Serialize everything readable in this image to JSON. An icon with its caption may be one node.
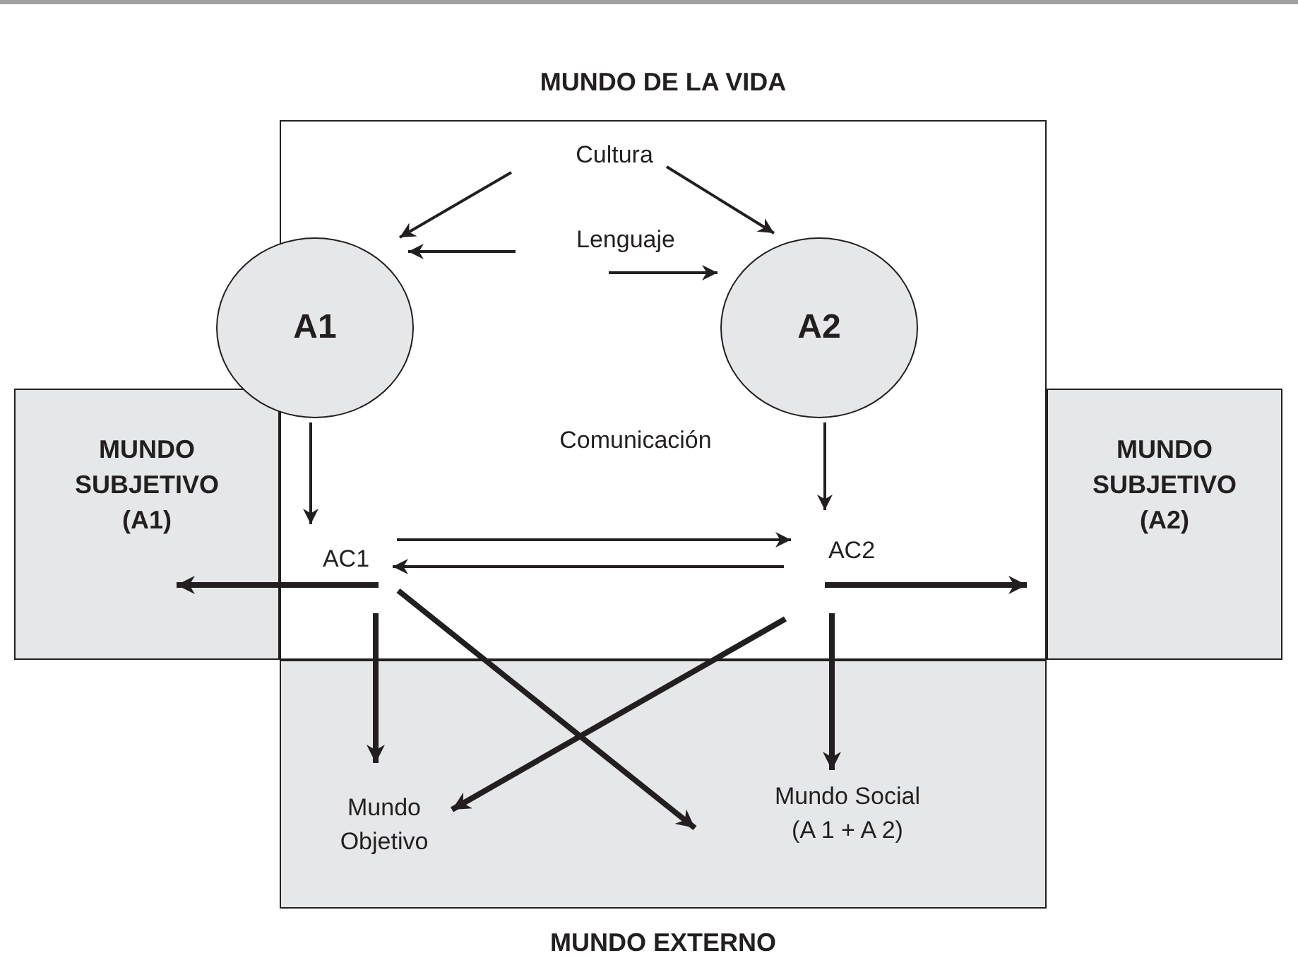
{
  "diagram": {
    "nodes": [
      {
        "text": [
          "MUNDO DE LA VIDA"
        ]
      },
      {
        "text": [
          "Cultura"
        ],
        "in": 0
      },
      {
        "text": [
          "Lenguaje"
        ],
        "in": 0
      },
      {
        "text": [
          "A1"
        ]
      },
      {
        "text": [
          "A2"
        ],
        "in": 0
      },
      {
        "text": [
          "MUNDO SUBJETIVO (A1)"
        ]
      },
      {
        "text": [
          "MUNDO SUBJETIVO (A2)"
        ]
      },
      {
        "text": [
          "AC1"
        ],
        "in": 0
      },
      {
        "text": [
          "AC2"
        ],
        "in": 0
      },
      {
        "text": [
          "MUNDO EXTERNO"
        ]
      },
      {
        "text": [
          "Mundo Objetivo"
        ],
        "in": 9
      },
      {
        "text": [
          "Mundo Social (A 1 + A 2)"
        ],
        "in": 9
      }
    ],
    "edges": [
      {
        "from": 1,
        "to": 3,
        "arrow": "to"
      },
      {
        "from": 1,
        "to": 4,
        "arrow": "to"
      },
      {
        "from": 2,
        "to": 3,
        "arrow": "to"
      },
      {
        "from": 2,
        "to": 4,
        "arrow": "to"
      },
      {
        "from": 3,
        "to": 7,
        "arrow": "to"
      },
      {
        "from": 4,
        "to": 8,
        "arrow": "to"
      },
      {
        "from": 7,
        "to": 8,
        "arrow": "to"
      },
      {
        "from": 8,
        "to": 7,
        "arrow": "to"
      },
      {
        "from": 7,
        "to": 5,
        "arrow": "to",
        "style": "thick"
      },
      {
        "from": 8,
        "to": 6,
        "arrow": "to",
        "style": "thick"
      },
      {
        "from": 7,
        "to": 10,
        "arrow": "to",
        "style": "thick"
      },
      {
        "from": 7,
        "to": 11,
        "arrow": "to",
        "style": "thick"
      },
      {
        "from": 8,
        "to": 10,
        "arrow": "to",
        "style": "thick"
      },
      {
        "from": 8,
        "to": 11,
        "arrow": "to",
        "style": "thick"
      }
    ],
    "labels": [
      "Comunicación"
    ]
  }
}
